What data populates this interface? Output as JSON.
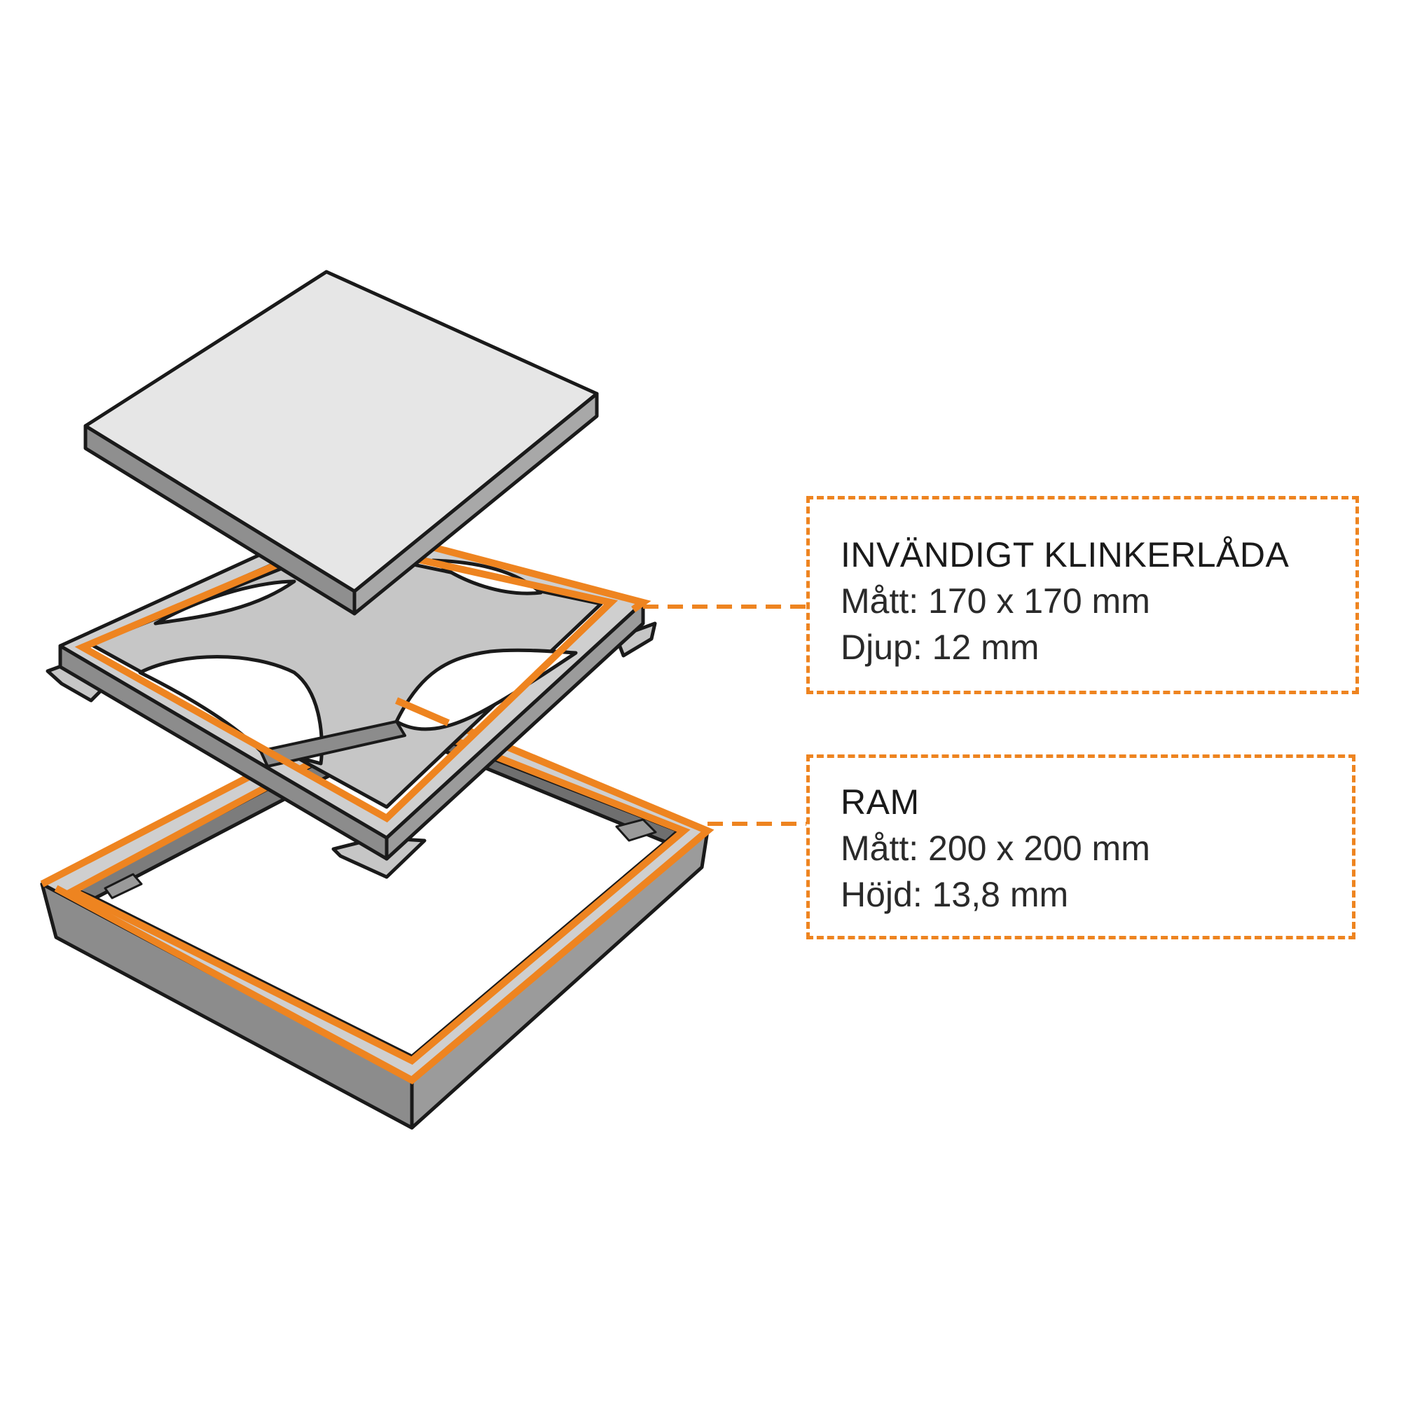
{
  "colors": {
    "accent": "#EE8420",
    "outline": "#1a1a1a",
    "tile_top": "#e6e6e6",
    "tile_side": "#8f8f8f",
    "tray_fill": "#c6c6c6",
    "frame_top": "#cfcfcf",
    "frame_side": "#8c8c8c"
  },
  "components": {
    "klinkerlada": {
      "title": "INVÄNDIGT KLINKERLÅDA",
      "size": "Mått: 170 x 170 mm",
      "depth": "Djup: 12 mm"
    },
    "ram": {
      "title": "RAM",
      "size": "Mått: 200 x 200 mm",
      "height": "Höjd: 13,8 mm"
    }
  }
}
